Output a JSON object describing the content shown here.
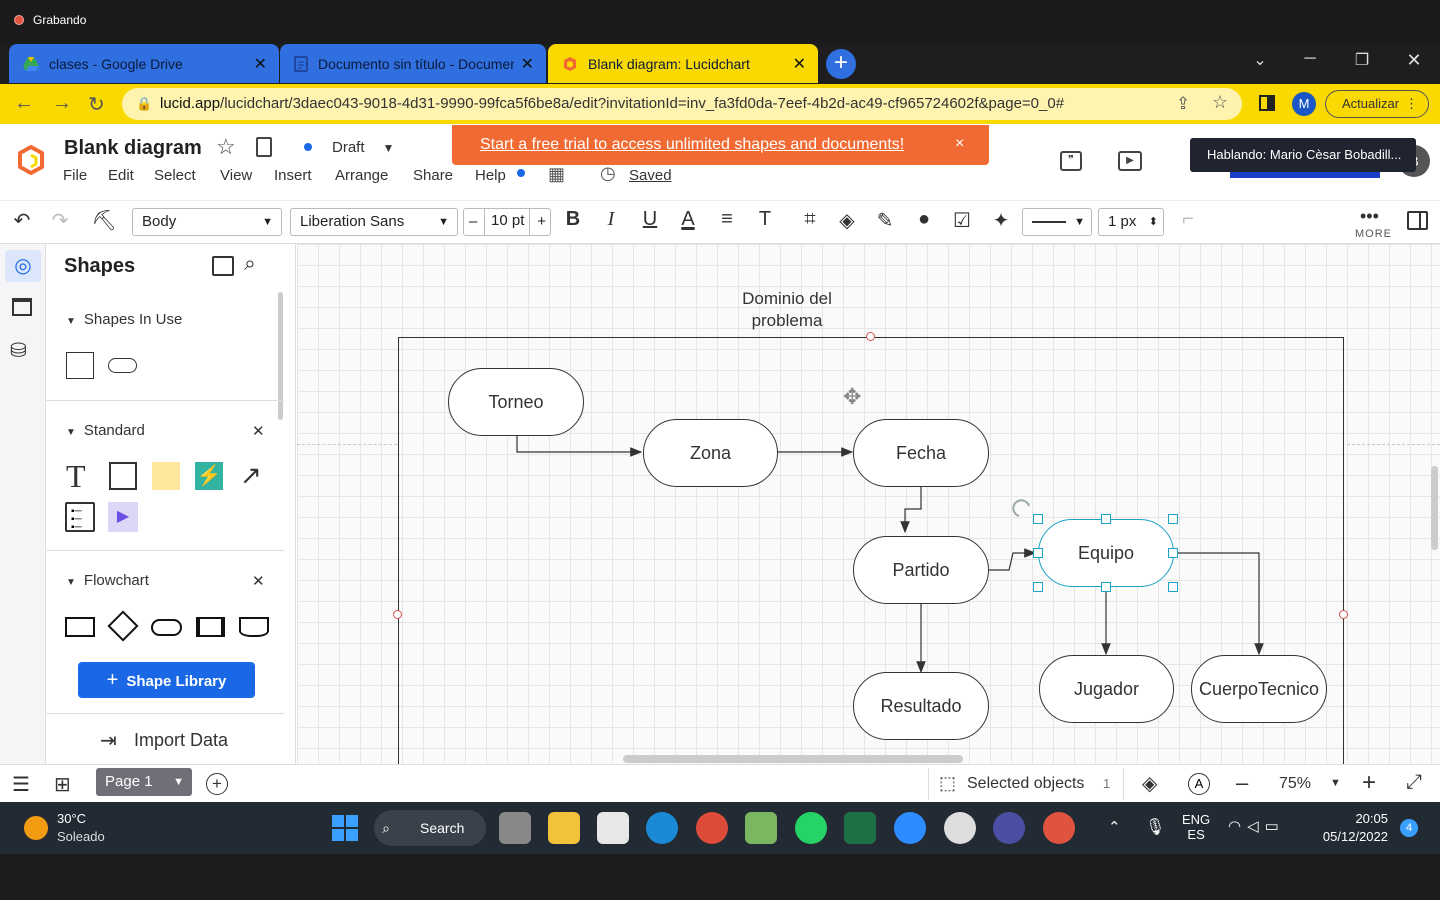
{
  "recording": {
    "label": "Grabando"
  },
  "tabs": [
    {
      "title": "clases - Google Drive"
    },
    {
      "title": "Documento sin título - Documen"
    },
    {
      "title": "Blank diagram: Lucidchart"
    }
  ],
  "address": {
    "host": "lucid.app",
    "path": "/lucidchart/3daec043-9018-4d31-9990-99fca5f6be8a/edit?invitationId=inv_fa3fd0da-7eef-4b2d-ac49-cf965724602f&page=0_0#"
  },
  "browser": {
    "update_label": "Actualizar",
    "avatar": "M"
  },
  "doc": {
    "title": "Blank diagram",
    "status": "Draft",
    "saved": "Saved"
  },
  "menu": [
    "File",
    "Edit",
    "Select",
    "View",
    "Insert",
    "Arrange",
    "Share",
    "Help"
  ],
  "banner": {
    "text": "Start a free trial to access unlimited shapes and documents!",
    "close": "×"
  },
  "speaking": "Hablando: Mario Cèsar Bobadill...",
  "toolbar": {
    "style": "Body",
    "font": "Liberation Sans",
    "size": "10 pt",
    "line_width": "1 px",
    "more": "MORE"
  },
  "panel": {
    "title": "Shapes",
    "sections": [
      "Shapes In Use",
      "Standard",
      "Flowchart"
    ],
    "library": "Shape Library",
    "import": "Import Data"
  },
  "diagram": {
    "container_title": "Dominio del problema",
    "nodes": [
      "Torneo",
      "Zona",
      "Fecha",
      "Partido",
      "Equipo",
      "Resultado",
      "Jugador",
      "CuerpoTecnico"
    ]
  },
  "bottom": {
    "page": "Page 1",
    "selected": "Selected objects",
    "selected_count": "1",
    "zoom": "75%"
  },
  "taskbar": {
    "temp": "30°C",
    "weather": "Soleado",
    "search": "Search",
    "lang1": "ENG",
    "lang2": "ES",
    "time": "20:05",
    "date": "05/12/2022",
    "notif": "4"
  },
  "colors": {
    "accent_yellow": "#fad900",
    "tab_blue": "#2f6fe0",
    "banner": "#f26a33",
    "selection": "#1aa3c7",
    "library_btn": "#1a68e6"
  }
}
